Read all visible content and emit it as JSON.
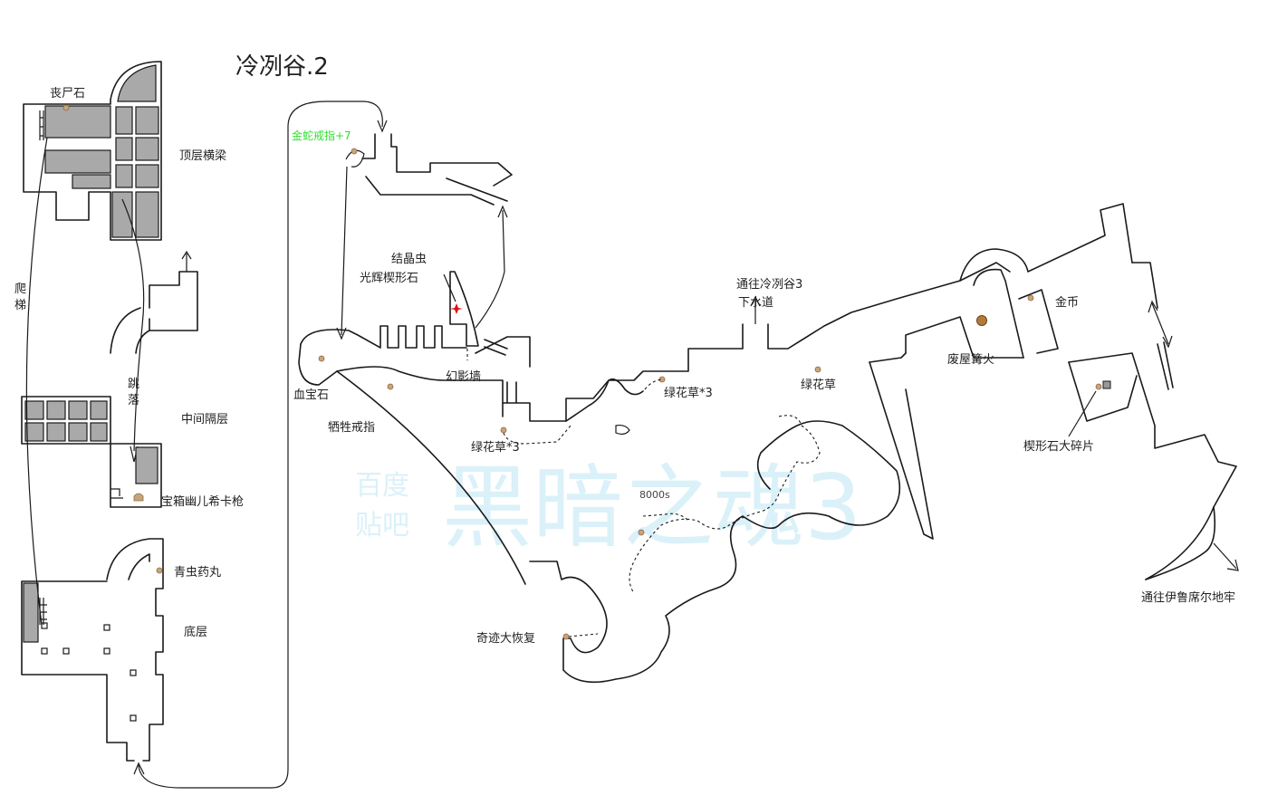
{
  "title": "冷冽谷.2",
  "colors": {
    "wall": "#1a1a1a",
    "filled_block": "#a9a9a9",
    "item_marker": "#c9a47a",
    "highlight_label": "#33dd33",
    "special_marker": "#dd1111",
    "watermark": "#bfe6f5"
  },
  "left_building": {
    "labels": {
      "corpse_stone": "丧尸石",
      "top_beams": "顶层横梁",
      "ladder": "爬梯",
      "drop": "跳落",
      "middle_floor": "中间隔层",
      "chest_item": "宝箱幽儿希卡枪",
      "green_pill": "青虫药丸",
      "ground_floor": "底层"
    }
  },
  "main_map": {
    "labels": {
      "serpent_ring": "金蛇戒指+7",
      "crystal_lizard": "结晶虫",
      "twinkling_titanite": "光辉楔形石",
      "illusory_wall": "幻影墙",
      "blood_gem": "血宝石",
      "sacrifice_ring": "牺牲戒指",
      "green_blossom_3a": "绿花草*3",
      "green_blossom_3b": "绿花草*3",
      "to_irithyll_3": "通往冷冽谷3",
      "sewer": "下水道",
      "green_blossom": "绿花草",
      "ruined_bonfire": "废屋篝火",
      "gold_coin": "金币",
      "large_titanite_shard": "楔形石大碎片",
      "to_dungeon": "通往伊鲁席尔地牢",
      "souls_8000": "8000s",
      "miracle": "奇迹大恢复"
    }
  },
  "watermark": {
    "line1": "百度",
    "line2": "贴吧",
    "big": "黑暗之魂3"
  }
}
